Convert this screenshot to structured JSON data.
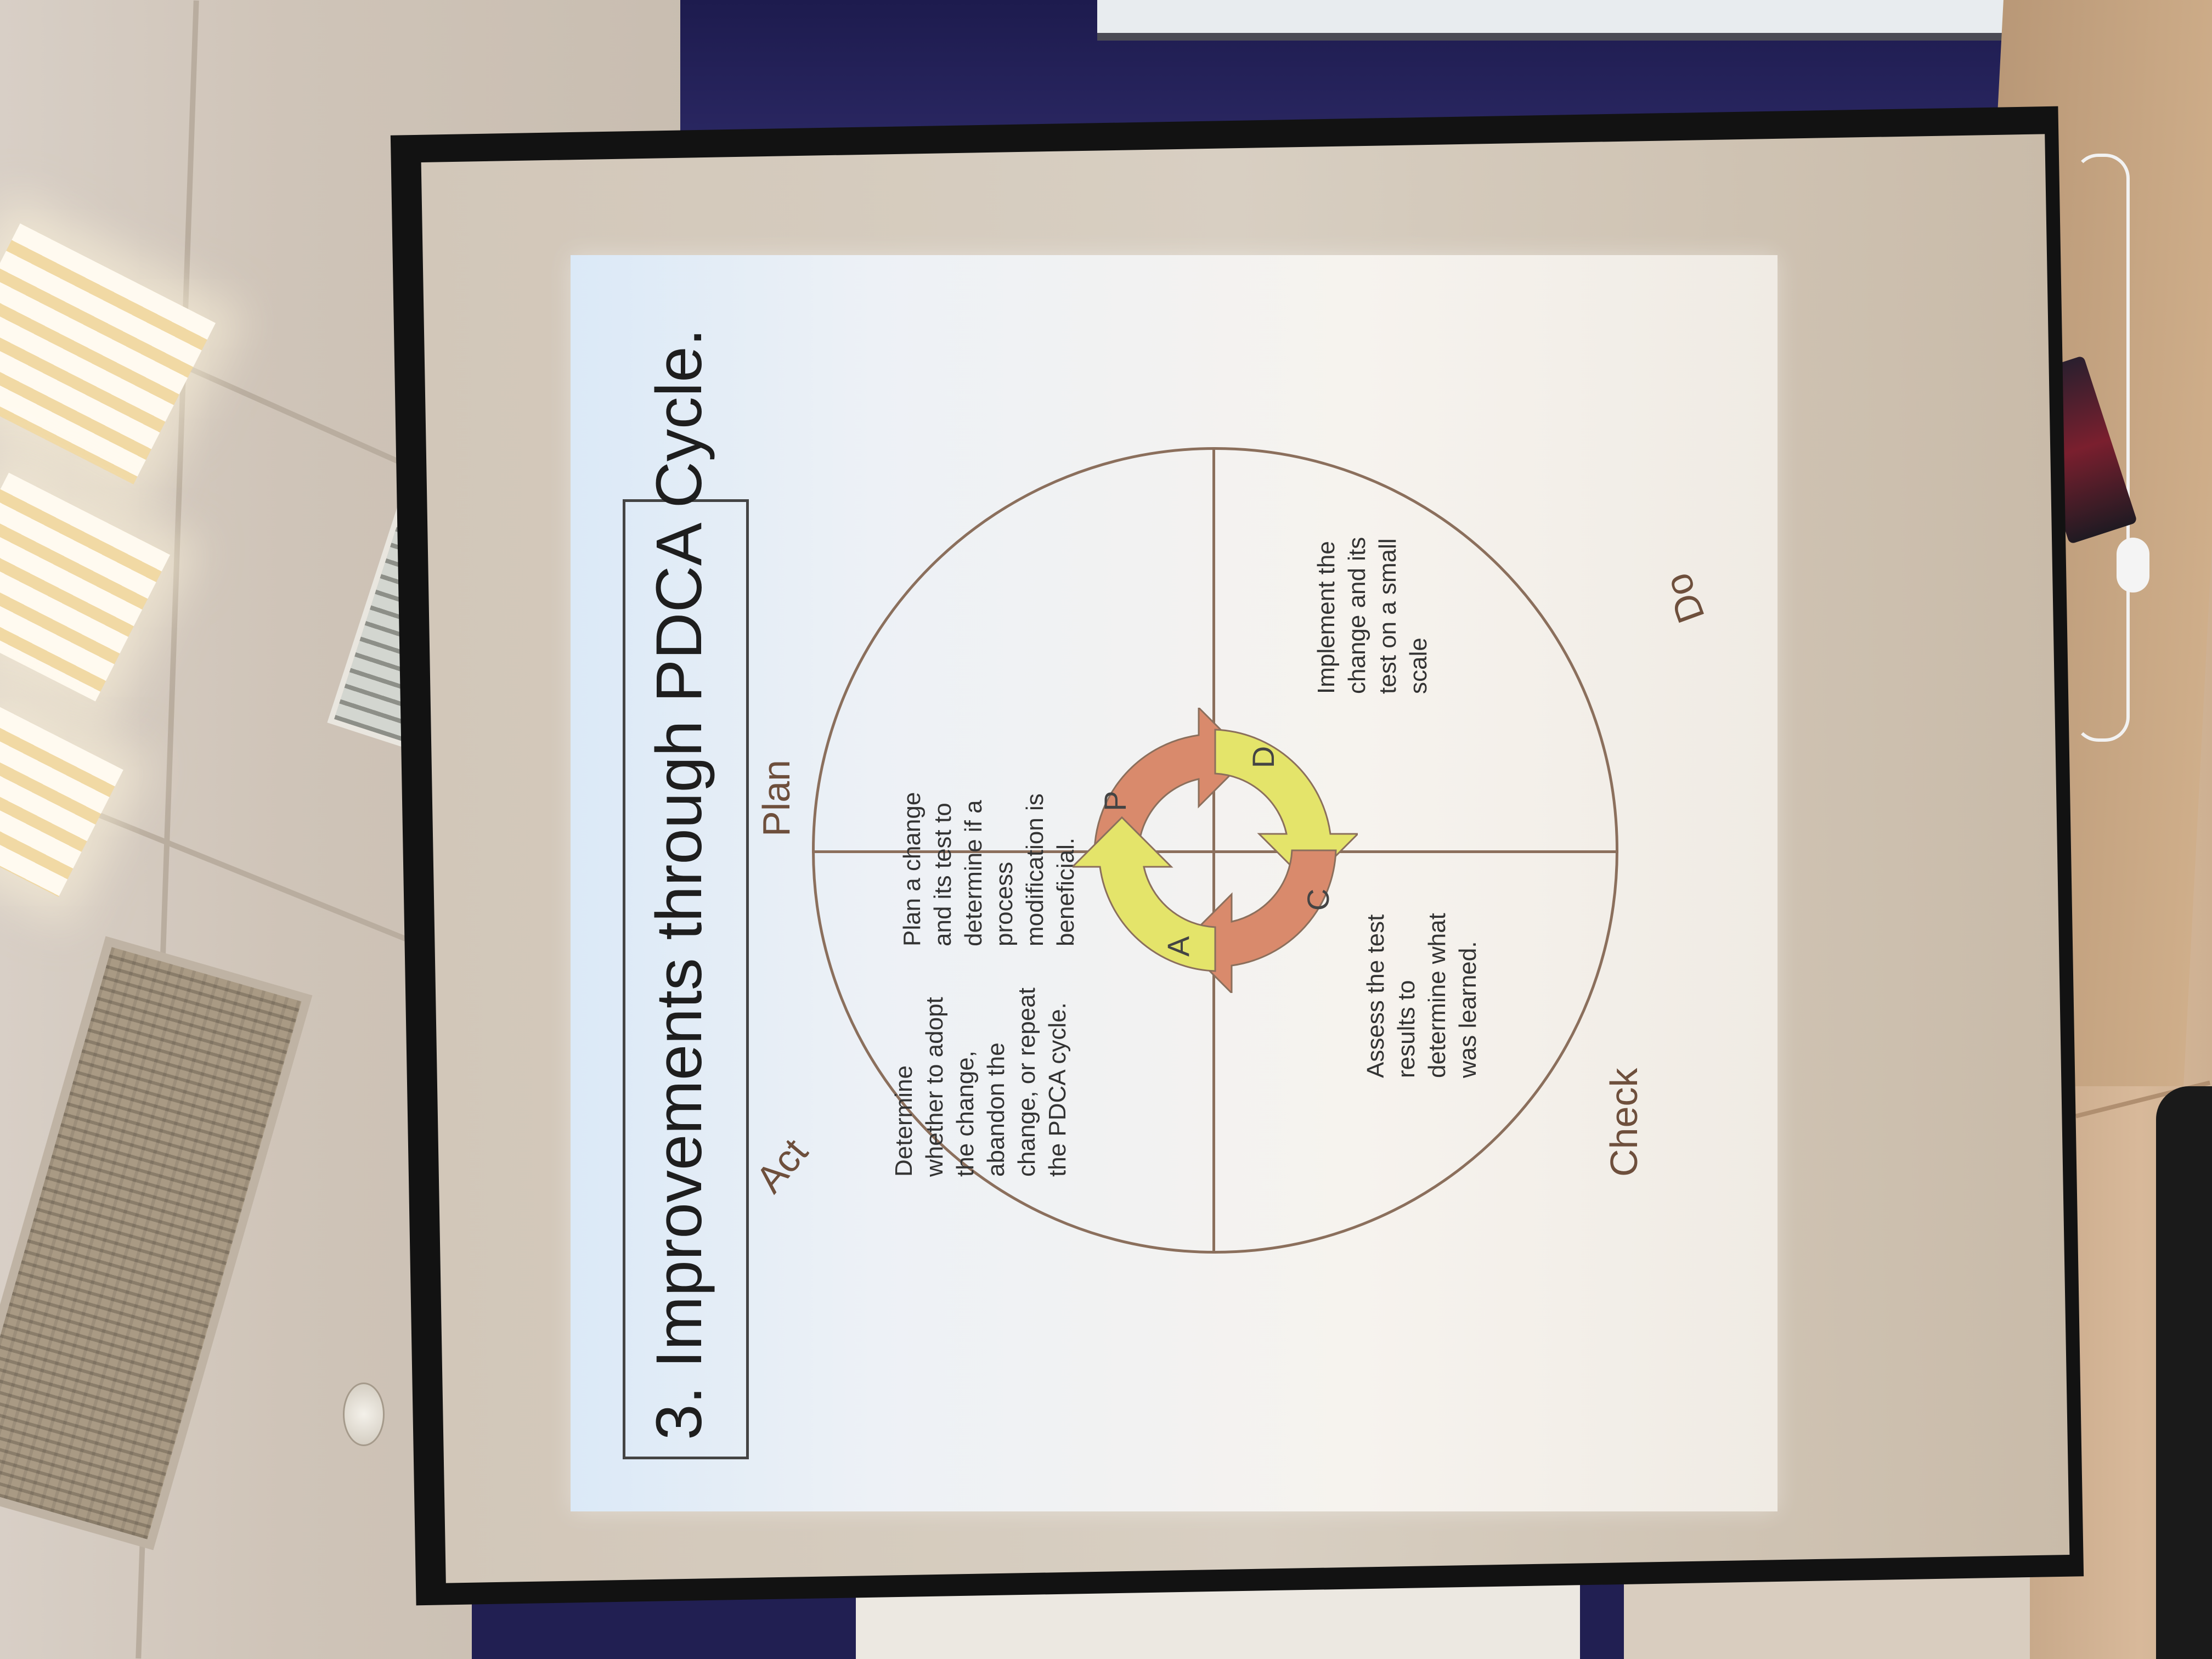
{
  "slide": {
    "title": "3. Improvements through PDCA Cycle.",
    "phases": {
      "plan": "Plan",
      "do": "Do",
      "check": "Check",
      "act": "Act"
    },
    "quadrants": {
      "plan": [
        "Plan a change",
        "and its test to",
        "determine if a",
        "process",
        "modification is",
        "beneficial."
      ],
      "do": [
        "Implement the",
        "change and its",
        "test on a small",
        "scale"
      ],
      "check": [
        "Assess the test",
        "results to",
        "determine what",
        "was learned."
      ],
      "act": [
        "Determine",
        "whether to adopt",
        "the change,",
        "abandon the",
        "change, or repeat",
        "the PDCA cycle."
      ]
    },
    "ring_letters": {
      "p": "P",
      "d": "D",
      "c": "C",
      "a": "A"
    },
    "colors": {
      "wheel_outline": "#8b6f5c",
      "arrow_salmon": "#d98a6c",
      "arrow_yellow": "#e4e46a"
    }
  }
}
